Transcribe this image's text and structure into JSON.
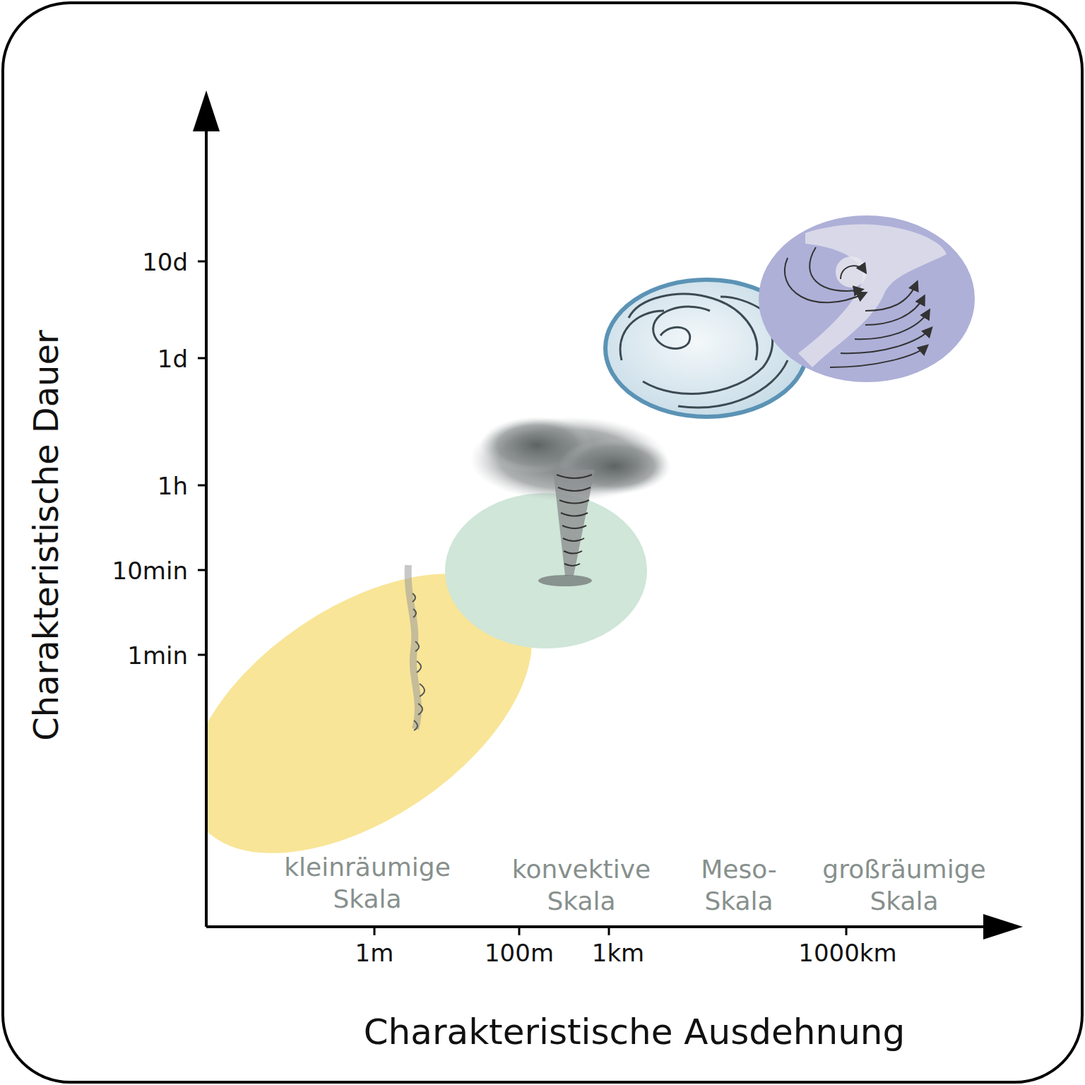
{
  "diagram": {
    "labels": [
      "10d",
      "1d",
      "1h",
      "10min",
      "1min",
      "1m",
      "100m",
      "1km",
      "1000km",
      "kleinräumige Skala",
      "konvektive Skala",
      "Meso- Skala",
      "großräumige Skala",
      "Charakteristische Dauer",
      "Charakteristische Ausdehnung"
    ]
  }
}
